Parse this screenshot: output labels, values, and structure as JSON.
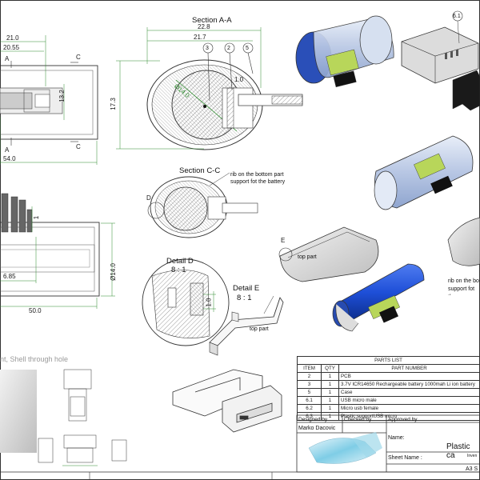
{
  "top_view": {
    "dims": [
      "21.0",
      "20.55",
      "54.0",
      "13.2"
    ],
    "section_letters": [
      "A",
      "A",
      "C",
      "C"
    ]
  },
  "section_aa": {
    "title": "Section A-A",
    "dims": [
      "22.8",
      "21.7",
      "17.3",
      "1.0"
    ],
    "diameter": "Ø14.0",
    "balloons": [
      "3",
      "2",
      "5"
    ]
  },
  "section_cc": {
    "title": "Section C-C",
    "rib_note": "rib on the bottom part support fot the battery",
    "detail_letter": "D"
  },
  "front_view": {
    "dims": [
      "6.85",
      "50.0",
      "Ø14.0"
    ],
    "partial_dim": "1"
  },
  "detail_d": {
    "title": "Detail D",
    "scale": "8 : 1",
    "dim": "1.0"
  },
  "detail_e": {
    "title": "Detail E",
    "scale": "8 : 1",
    "label": "top part"
  },
  "iso_views": {
    "balloon": "6.1",
    "e_letter": "E",
    "top_part_label": "top part",
    "rib_note_partial": "rib on the bo support fot th"
  },
  "bottom_left_note": "nt, Shell through hole",
  "parts_list": {
    "title": "PARTS LIST",
    "headers": [
      "ITEM",
      "QTY",
      "PART NUMBER"
    ],
    "rows": [
      [
        "2",
        "1",
        "PCB"
      ],
      [
        "3",
        "1",
        "3.7V ICR14650 Rechargeable battery 1000mah Li ion battery"
      ],
      [
        "5",
        "1",
        "Case"
      ],
      [
        "6.1",
        "1",
        "USB micro male"
      ],
      [
        "6.2",
        "1",
        "Micro usb female"
      ],
      [
        "6.3",
        "1",
        "Plastic supportUSB micro"
      ]
    ]
  },
  "title_block": {
    "designed_by_label": "Designed by",
    "checked_by_label": "Checked by",
    "approved_by_label": "Approved by",
    "designer": "Marko Dacovic",
    "name_label": "Name:",
    "name_value": "Plastic ca",
    "sheet_label": "Sheet Name :",
    "sheet_value": "Inven",
    "size": "A3 S"
  },
  "colors": {
    "line": "#333333",
    "dim_green": "#2e8b2e",
    "battery_blue": "#1e4fd8",
    "shell_glass": "#c9d6ec",
    "pcb_green": "#b8d65a"
  }
}
